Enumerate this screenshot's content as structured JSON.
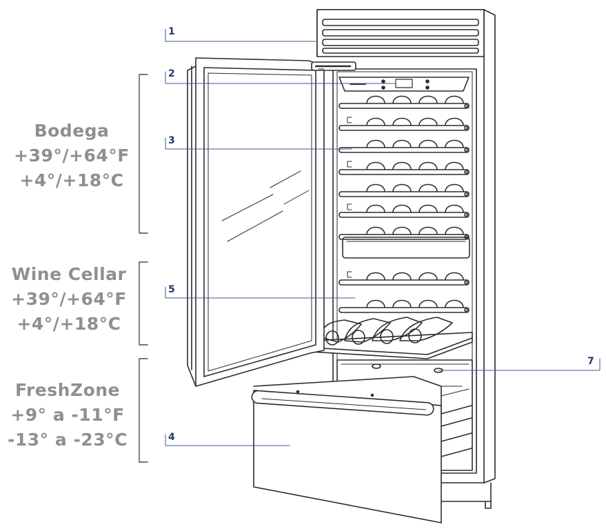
{
  "zones": [
    {
      "name": "Bodega",
      "temp_f": "+39°/+64°F",
      "temp_c": "+4°/+18°C"
    },
    {
      "name": "Wine Cellar",
      "temp_f": "+39°/+64°F",
      "temp_c": "+4°/+18°C"
    },
    {
      "name": "FreshZone",
      "temp_f": "+9° a -11°F",
      "temp_c": "-13° a -23°C"
    }
  ],
  "callouts": [
    "1",
    "2",
    "3",
    "5",
    "7",
    "4"
  ],
  "colors": {
    "line": "#2b2b2b",
    "callout_line": "#3b5a8c",
    "label": "#8f8f8f",
    "callout_text": "#1f3a6b"
  }
}
